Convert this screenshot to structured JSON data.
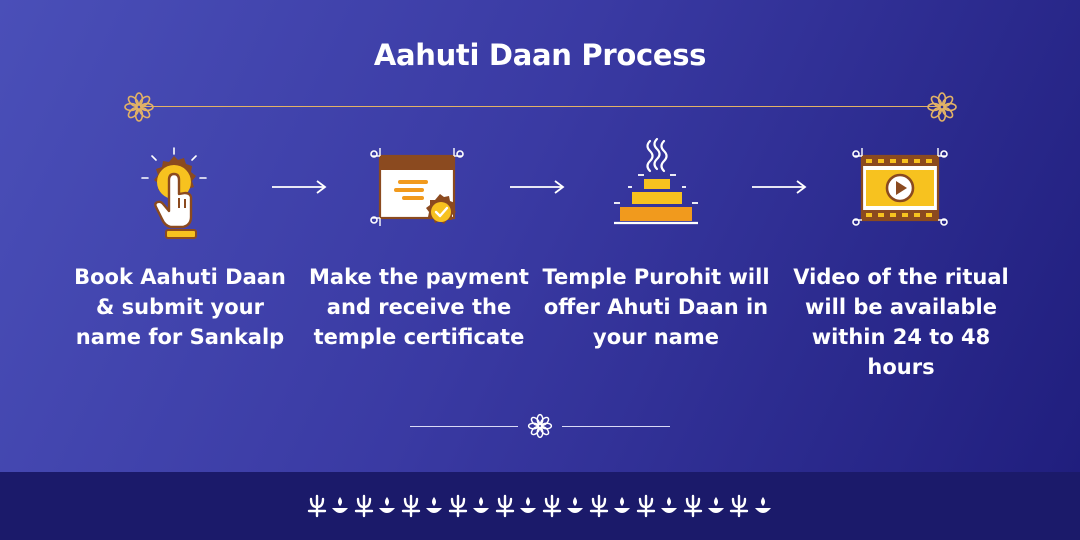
{
  "title": "Aahuti Daan Process",
  "colors": {
    "background_light": "#4a4fb8",
    "background_dark": "#1f1d7c",
    "band": "#1b1a6a",
    "gold": "#e2b266",
    "icon_yellow": "#f7c21f",
    "icon_orange": "#f19a1d",
    "icon_brown": "#8b4a1f"
  },
  "steps": [
    {
      "icon": "tap-hand-icon",
      "text": "Book Aahuti Daan & submit your name for Sankalp"
    },
    {
      "icon": "certificate-payment-icon",
      "text": "Make the payment and receive the temple certificate"
    },
    {
      "icon": "fire-altar-icon",
      "text": "Temple Purohit will offer Ahuti Daan in your name"
    },
    {
      "icon": "video-play-icon",
      "text": "Video of the ritual will be available within 24 to 48 hours"
    }
  ],
  "decorations": {
    "motif_count": 20
  }
}
